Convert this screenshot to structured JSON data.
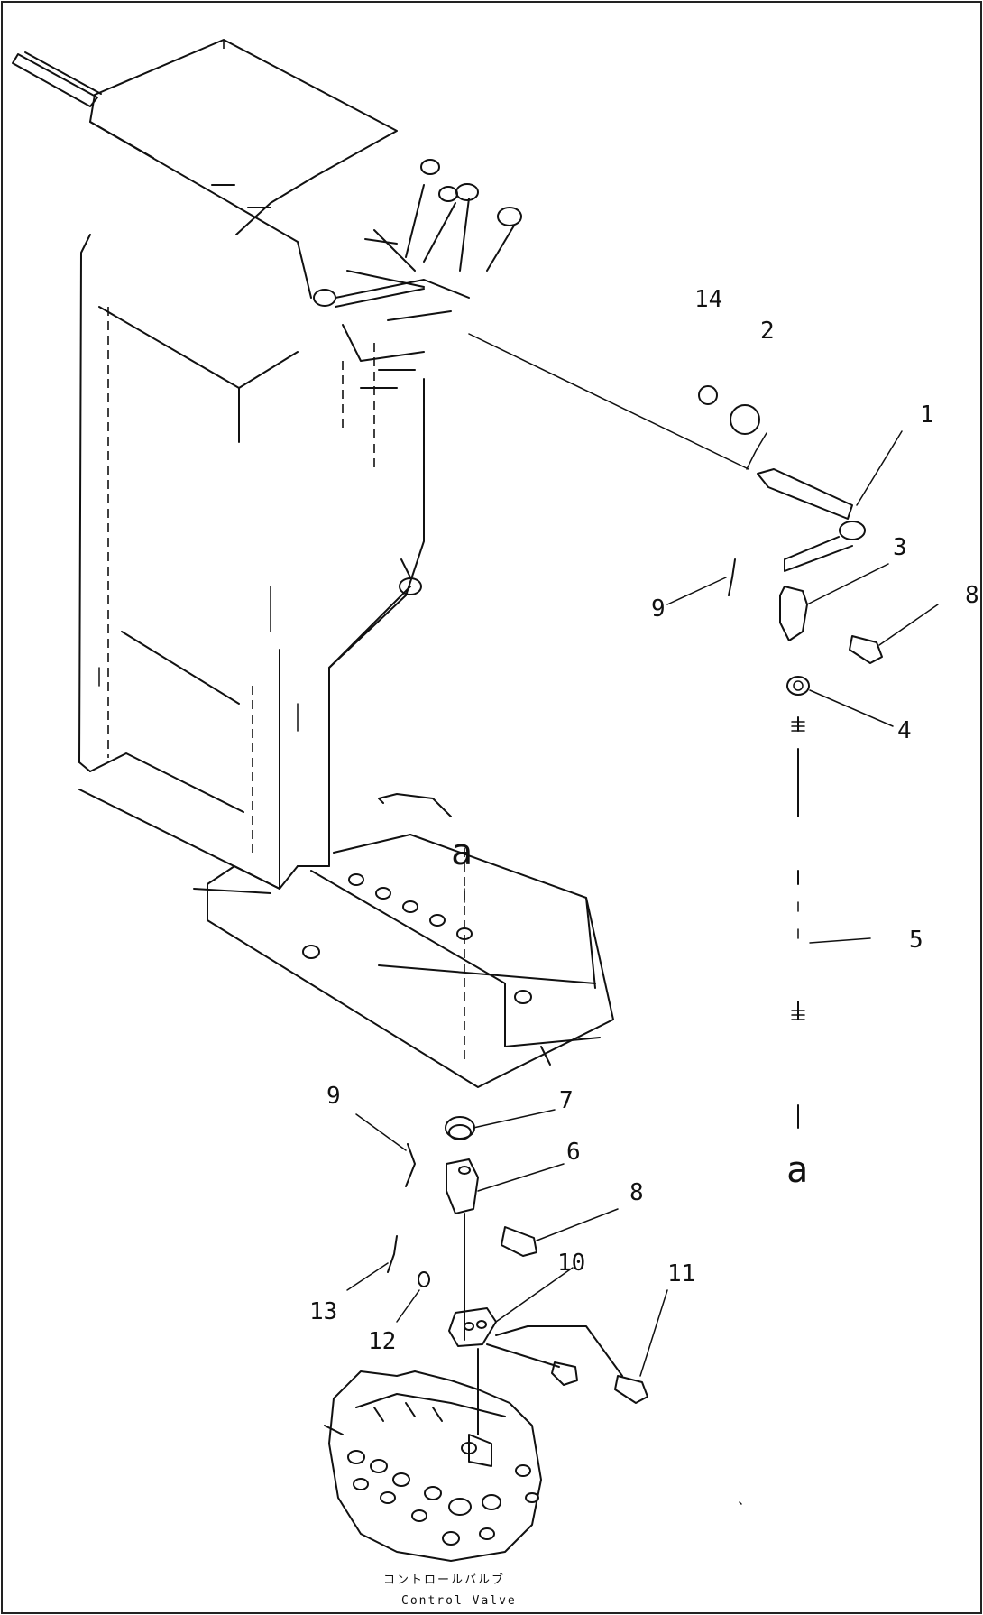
{
  "diagram": {
    "callouts": {
      "p1": "1",
      "p2": "2",
      "p3": "3",
      "p4": "4",
      "p5": "5",
      "p6": "6",
      "p7": "7",
      "p8a": "8",
      "p8b": "8",
      "p9a": "9",
      "p9b": "9",
      "p10": "10",
      "p11": "11",
      "p12": "12",
      "p13": "13",
      "p14": "14"
    },
    "refs": {
      "top": "a",
      "bottom": "a"
    },
    "caption": {
      "line1": "コントロールバルブ",
      "line2": "Control Valve"
    }
  }
}
